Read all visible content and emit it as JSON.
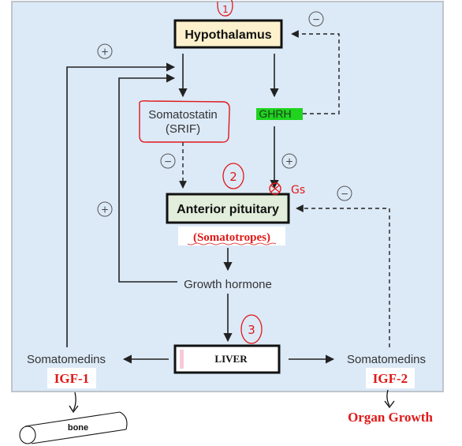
{
  "colors": {
    "background": "#dce9f7",
    "hypothalamus_fill": "#fdf1cd",
    "pituitary_fill": "#e2eddb",
    "ghrh_highlight": "#1fd31f",
    "annotation_red": "#e01818",
    "line": "#222222"
  },
  "nodes": {
    "hypothalamus": "Hypothalamus",
    "somatostatin_line1": "Somatostatin",
    "somatostatin_line2": "(SRIF)",
    "ghrh": "GHRH",
    "anterior_pituitary": "Anterior pituitary",
    "somatotropes": "(Somatotropes)",
    "growth_hormone": "Growth hormone",
    "liver": "LIVER",
    "somatomedins_left": "Somatomedins",
    "somatomedins_right": "Somatomedins",
    "igf1": "IGF-1",
    "igf2": "IGF-2",
    "organ_growth": "Organ Growth",
    "bone": "bone"
  },
  "signs": {
    "plus": "+",
    "minus": "−"
  },
  "annotations": {
    "step1": "1",
    "step2": "2",
    "step3": "3",
    "gs": "Gs"
  }
}
